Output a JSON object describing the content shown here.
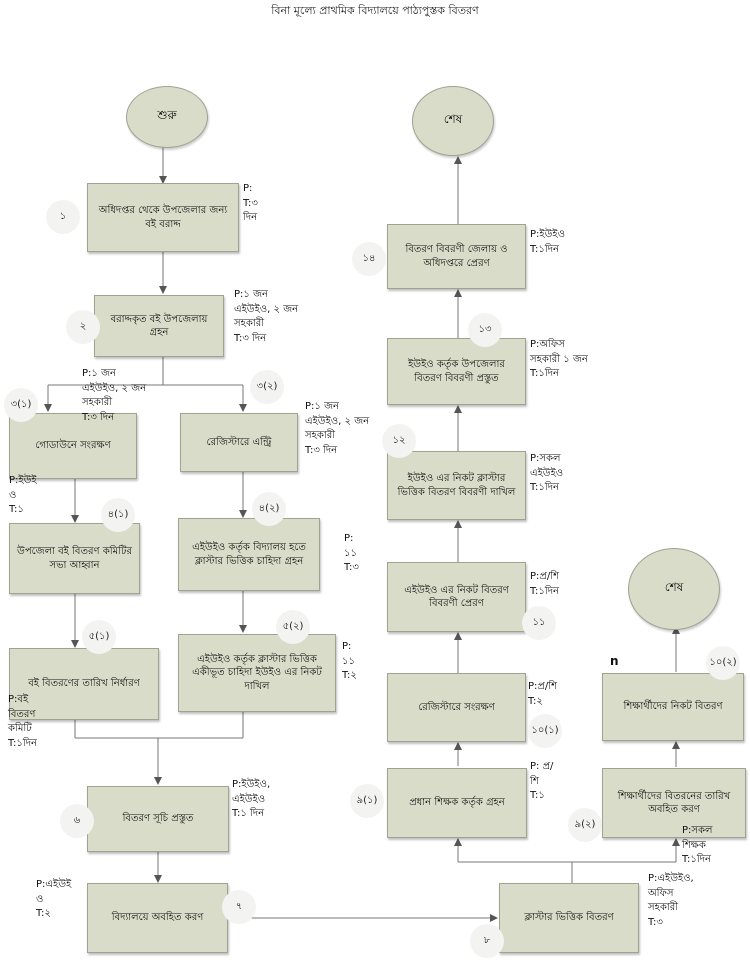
{
  "title": "বিনা মূল্যে প্রাথমিক বিদ্যালয়ে পাঠ্যপুস্তক বিতরণ",
  "terminals": {
    "start": "শুরু",
    "end_right": "শেষ",
    "end_far": "শেষ"
  },
  "nodes": {
    "n1": "অধিদপ্তর থেকে উপজেলার জন্য বই বরাদ্দ",
    "n2": "বরাদ্দকৃত বই উপজেলায় গ্রহন",
    "n3a": "গোডাউনে সংরক্ষণ",
    "n3b": "রেজিস্টারে এন্ট্রি",
    "n4a": "উপজেলা বই বিতরণ কমিটির সভা আহ্বান",
    "n4b": "এইউইও কর্তৃক বিদ্যালয় হতে ক্লাস্টার ভিত্তিক চাহিদা গ্রহন",
    "n5a": "বই বিতরণের তারিখ নির্ধারণ",
    "n5b": "এইউইও কর্তৃক ক্লাস্টার ভিত্তিক একীভূত চাহিদা ইউইও এর নিকট দাখিল",
    "n6": "বিতরণ সূচি প্রস্তুত",
    "n7": "বিদ্যালয়ে অবহিত করণ",
    "n8": "ক্লাস্টার ভিত্তিক বিতরণ",
    "n9a": "প্রধান শিক্ষক কর্তৃক গ্রহন",
    "n9b": "শিক্ষার্থীদের বিতরনের তারিখ অবহিত করণ",
    "n10a": "রেজিস্টারে সংরক্ষণ",
    "n10b": "শিক্ষার্থীদের নিকট বিতরণ",
    "n11": "এইউইও এর নিকট বিতরণ বিবরণী প্রেরণ",
    "n12": "ইউইও এর নিকট ক্লাস্টার ভিত্তিক বিতরণ বিবরণী দাখিল",
    "n13": "ইউইও কর্তৃক উপজেলার বিতরণ বিবরণী প্রস্তুত",
    "n14": "বিতরণ বিবরণী জেলায় ও অধিদপ্তরে প্রেরণ"
  },
  "numbers": {
    "s1": "১",
    "s2": "২",
    "s3a": "৩(১)",
    "s3b": "৩(২)",
    "s4a": "৪(১)",
    "s4b": "৪(২)",
    "s5a": "৫(১)",
    "s5b": "৫(২)",
    "s6": "৬",
    "s7": "৭",
    "s8": "৮",
    "s9a": "৯(১)",
    "s9b": "৯(২)",
    "s10a": "১০(১)",
    "s10b": "১০(২)",
    "s11": "১১",
    "s12": "১২",
    "s13": "১৩",
    "s14": "১৪"
  },
  "labels": {
    "l1": [
      "P:",
      "T:৩",
      "দিন"
    ],
    "l2": [
      "P:১ জন",
      "এইউইও, ২ জন",
      "সহকারী",
      "T:৩ দিন"
    ],
    "l3a": [
      "P:১ জন",
      "এইউইও, ২ জন",
      "সহকারী",
      "T:৩ দিন"
    ],
    "l3b": [
      "P:১ জন",
      "এইউইও, ২ জন",
      "সহকারী",
      "T:৩ দিন"
    ],
    "l4a": [
      "P:ইউই",
      "ও",
      "T:১"
    ],
    "l4b": [
      "P:",
      "১১",
      "T:৩"
    ],
    "l5a": [
      "P:বই",
      "বিতরণ",
      "কমিটি",
      "T:১দিন"
    ],
    "l5b": [
      "P:",
      "১১",
      "T:২"
    ],
    "l6": [
      "P:ইউইও,",
      "এইউইও",
      "T:১ দিন"
    ],
    "l7": [
      "P:এইউই",
      "ও",
      "T:২"
    ],
    "l8": [
      "P:এইউইও,",
      "অফিস",
      "সহকারী",
      "T:৩"
    ],
    "l9a": [
      "P: প্র/",
      "শি",
      "T:১"
    ],
    "l9b": [
      "P:সকল",
      "শিক্ষক",
      "T:১দিন"
    ],
    "l10a": [
      "P:প্র/শি",
      "T:২"
    ],
    "l11": [
      "P:প্র/শি",
      "T:১দিন"
    ],
    "l12": [
      "P:সকল",
      "এইউইও",
      "T:১দিন"
    ],
    "l13": [
      "P:অফিস",
      "সহকারী ১ জন",
      "T:১দিন"
    ],
    "l14": [
      "P:ইউইও",
      "T:১দিন"
    ],
    "extra_n": "n"
  }
}
